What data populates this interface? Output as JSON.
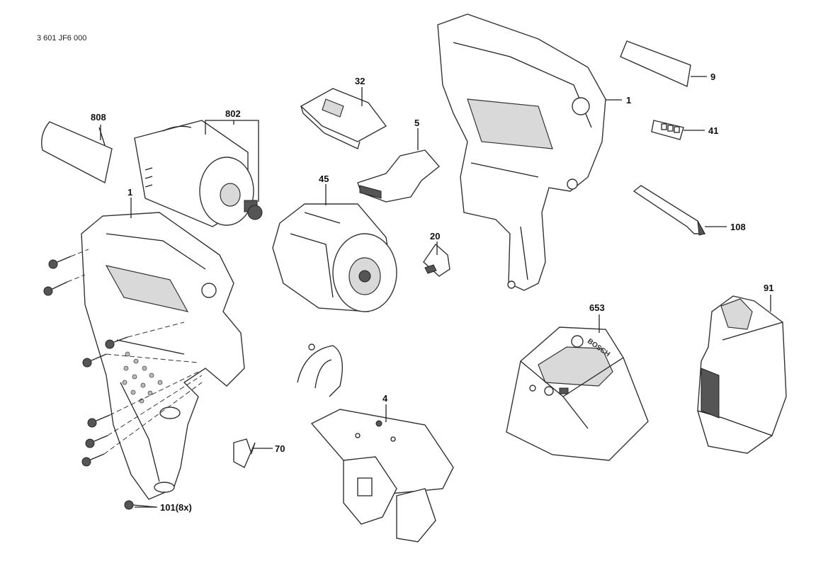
{
  "document_code": "3 601 JF6 000",
  "labels": {
    "p808": "808",
    "p802": "802",
    "p1_left": "1",
    "p32": "32",
    "p5": "5",
    "p45": "45",
    "p20": "20",
    "p1_right": "1",
    "p9": "9",
    "p41": "41",
    "p108": "108",
    "p653": "653",
    "p91": "91",
    "p4": "4",
    "p70": "70",
    "p101": "101",
    "p101_qty": "(8x)"
  },
  "charger_brand": "BOSCH"
}
